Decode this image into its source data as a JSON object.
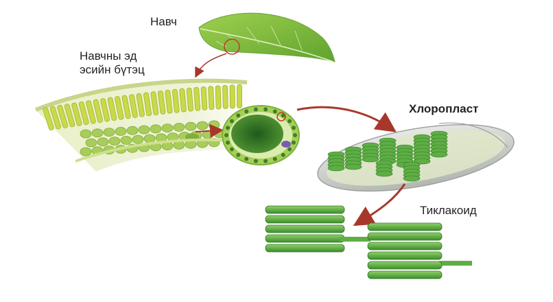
{
  "labels": {
    "leaf": "Навч",
    "leaf_cross_section_line1": "Навчны эд",
    "leaf_cross_section_line2": "эсийн бүтэц",
    "chloroplast": "Хлоропласт",
    "thylakoid": "Тиклакоид"
  },
  "colors": {
    "leaf_green": "#7fbf3a",
    "dark_green": "#3f8f2a",
    "tissue_green": "#b9d66a",
    "arrow_red": "#a8372b",
    "chloroplast_membrane": "#c9ccc9",
    "thylakoid_green": "#5fae45"
  },
  "icons": [
    "leaf-icon",
    "leaf-cross-section",
    "plant-cell",
    "chloroplast",
    "thylakoid-stack"
  ]
}
